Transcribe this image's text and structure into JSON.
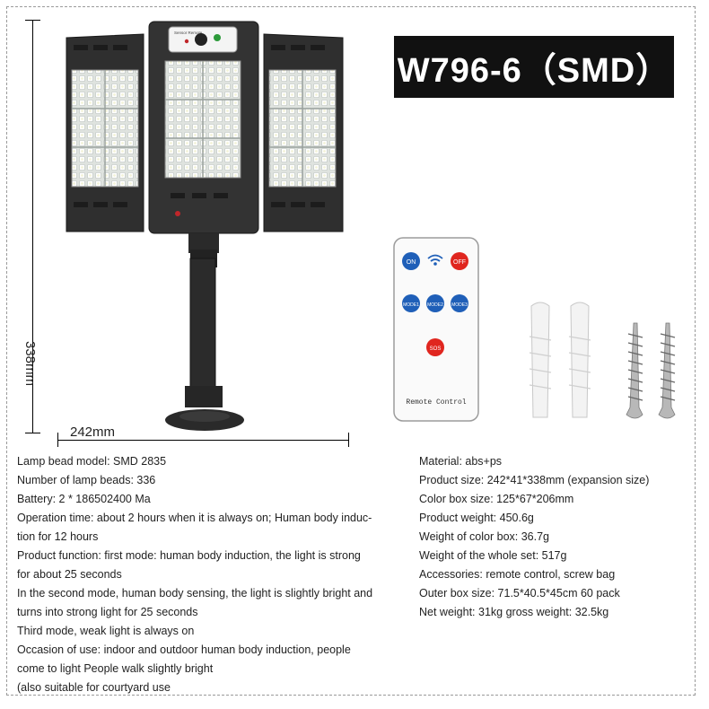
{
  "model": "W796-6（SMD）",
  "dimensions": {
    "height_label": "338mm",
    "width_label": "242mm"
  },
  "light_header_text": "Sensor  Remote",
  "remote": {
    "label": "Remote Control",
    "buttons": [
      "ON",
      "OFF",
      "MODE1",
      "MODE2",
      "MODE3",
      "SOS"
    ]
  },
  "specs_left": [
    "Lamp bead model: SMD 2835",
    "Number of lamp beads: 336",
    "Battery: 2 * 186502400 Ma",
    "Operation time: about 2 hours when it is always on; Human body induc-",
    "tion for 12 hours",
    "Product function: first mode: human body induction, the light is strong",
    "for about 25 seconds",
    "In the second mode, human body sensing, the light is slightly bright and",
    "turns into strong light for 25 seconds",
    "Third mode, weak light is always on",
    "Occasion of use: indoor and outdoor human body induction, people",
    "come to light People walk slightly bright",
    "(also suitable for courtyard use"
  ],
  "specs_right": [
    "Material: abs+ps",
    "Product size: 242*41*338mm (expansion size)",
    "Color box size: 125*67*206mm",
    "Product weight: 450.6g",
    "Weight of color box: 36.7g",
    "Weight of the whole set: 517g",
    "Accessories: remote control, screw bag",
    "Outer box size: 71.5*40.5*45cm 60 pack",
    "Net weight: 31kg gross weight: 32.5kg"
  ],
  "colors": {
    "banner_bg": "#111111",
    "on_button": "#1f5fb8",
    "off_button": "#e0261f",
    "housing": "#2b2b2b"
  }
}
